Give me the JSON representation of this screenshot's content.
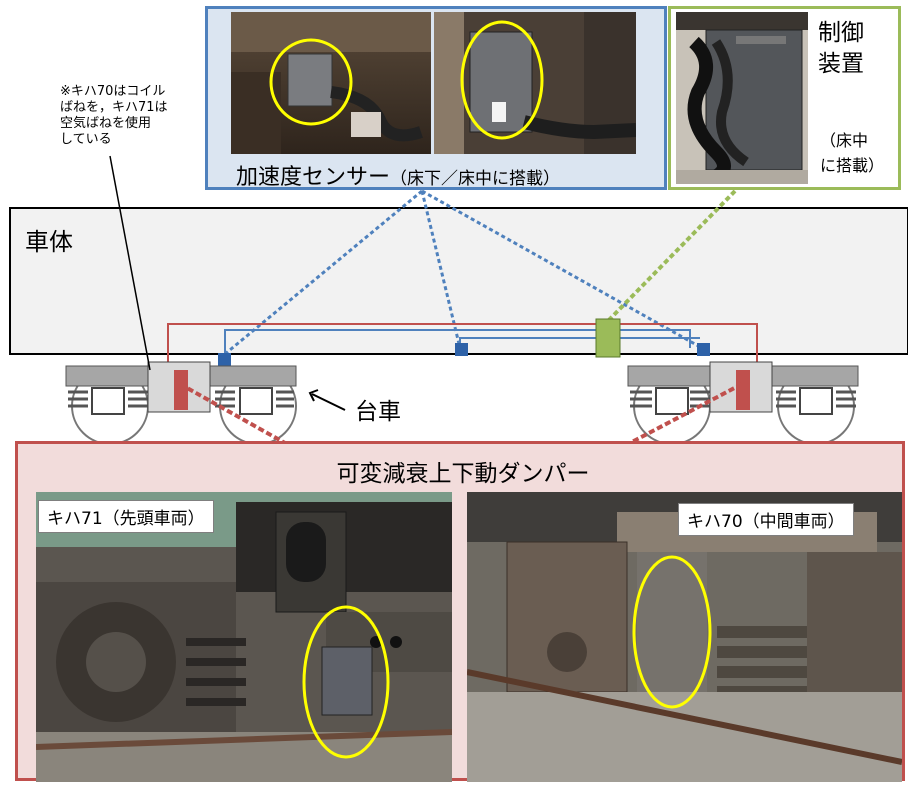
{
  "sensor_panel": {
    "title": "加速度センサー",
    "subtitle": "（床下／床中に搭載）"
  },
  "control_panel": {
    "title_line1": "制御",
    "title_line2": "装置",
    "sub_line1": "（床中",
    "sub_line2": "に搭載）"
  },
  "note": {
    "line1": "※キハ70はコイル",
    "line2": "ばねを，キハ71は",
    "line3": "空気ばねを使用",
    "line4": "している"
  },
  "diagram": {
    "car_body_label": "車体",
    "truck_label": "台車"
  },
  "damper_panel": {
    "title": "可変減衰上下動ダンパー",
    "left_caption": "キハ71（先頭車両）",
    "right_caption": "キハ70（中間車両）"
  },
  "colors": {
    "sensor_blue": "#4f81bd",
    "control_green": "#9bbb59",
    "damper_red": "#c0504d",
    "highlight_yellow": "#ffff00"
  }
}
